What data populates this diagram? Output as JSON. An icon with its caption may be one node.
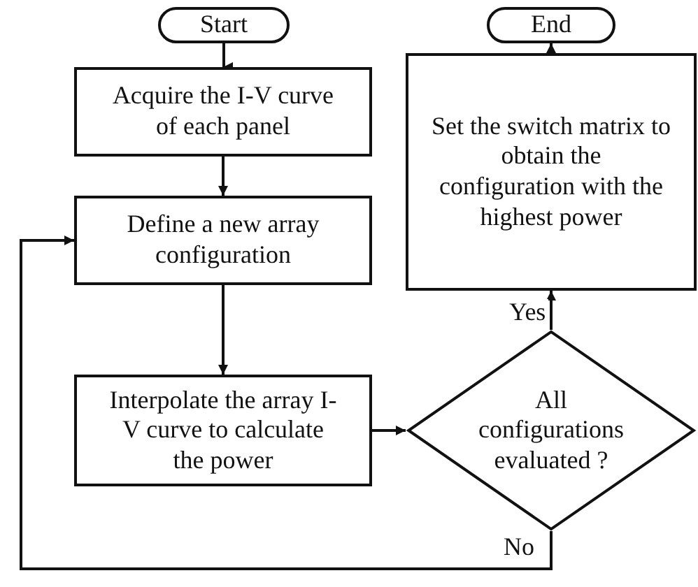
{
  "diagram": {
    "nodes": [
      {
        "text": [
          "Start"
        ]
      },
      {
        "text": [
          "Acquire the I-V curve of each panel"
        ]
      },
      {
        "text": [
          "Define a new array configuration"
        ]
      },
      {
        "text": [
          "Interpolate the array I-V curve to calculate the power"
        ]
      },
      {
        "text": [
          "All configurations evaluated ?"
        ]
      },
      {
        "text": [
          "Set the switch matrix to obtain the configuration with the highest power"
        ]
      },
      {
        "text": [
          "End"
        ]
      }
    ],
    "edges": [
      {
        "from": 0,
        "to": 1,
        "arrow": "to"
      },
      {
        "from": 1,
        "to": 2,
        "arrow": "to"
      },
      {
        "from": 2,
        "to": 3,
        "arrow": "to"
      },
      {
        "from": 3,
        "to": 4,
        "arrow": "to"
      },
      {
        "from": 4,
        "to": 5,
        "arrow": "to",
        "label": "Yes"
      },
      {
        "from": 5,
        "to": 6,
        "arrow": "to"
      },
      {
        "from": 4,
        "to": 2,
        "arrow": "to",
        "label": "No"
      }
    ]
  }
}
